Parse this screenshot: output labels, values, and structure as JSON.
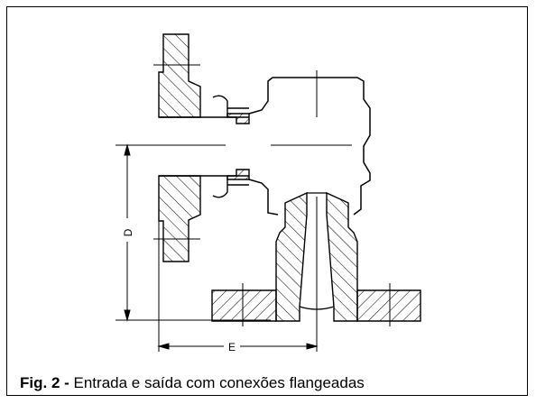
{
  "figure": {
    "label": "Fig. 2 -",
    "caption": "Entrada e saída com conexões flangeadas"
  },
  "dimensions": {
    "vertical_label": "D",
    "horizontal_label": "E"
  }
}
